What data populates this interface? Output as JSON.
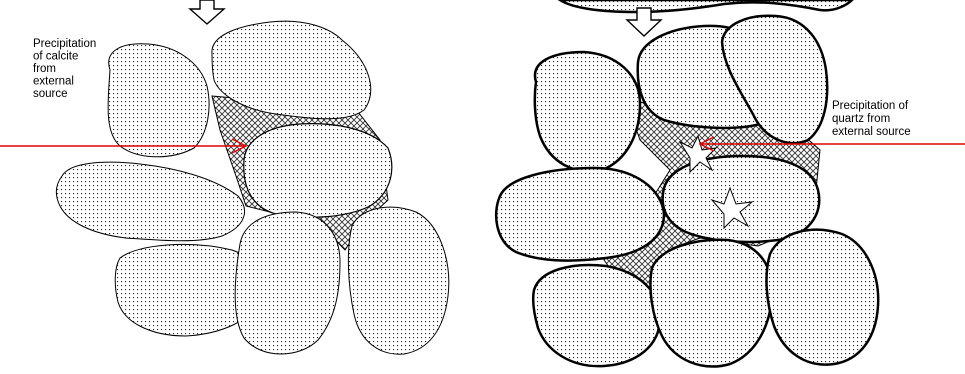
{
  "labels": {
    "calcite": [
      "Precipitation",
      "of calcite",
      "from",
      "external",
      "source"
    ],
    "quartz": [
      "Precipitation of",
      "quartz from",
      "external source"
    ]
  },
  "colors": {
    "arrow": "#e00000",
    "outline": "#000000",
    "background": "#ffffff"
  }
}
